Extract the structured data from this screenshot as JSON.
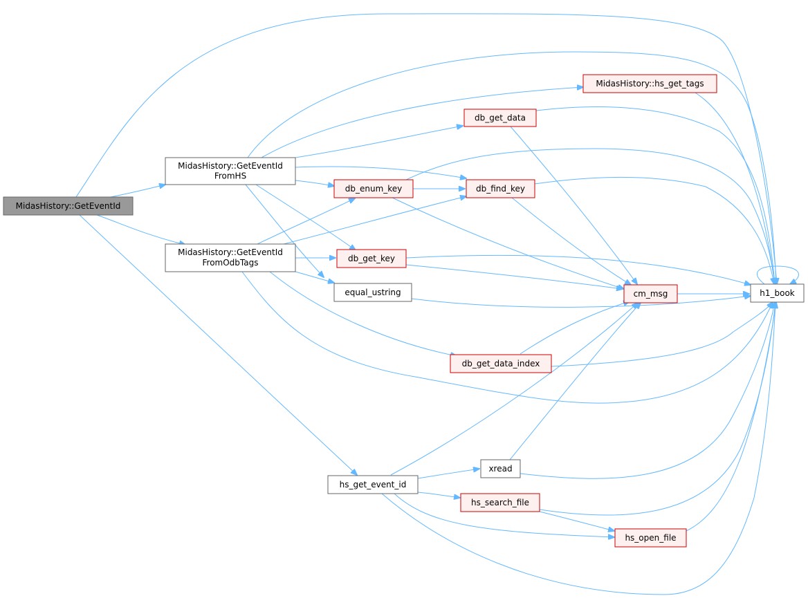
{
  "nodes": {
    "getEventId": {
      "label": "MidasHistory::GetEventId",
      "style": "focus"
    },
    "fromHS": {
      "label_line1": "MidasHistory::GetEventId",
      "label_line2": "FromHS",
      "style": "normal"
    },
    "fromOdb": {
      "label_line1": "MidasHistory::GetEventId",
      "label_line2": "FromOdbTags",
      "style": "normal"
    },
    "hsGetTags": {
      "label": "MidasHistory::hs_get_tags",
      "style": "red"
    },
    "dbGetData": {
      "label": "db_get_data",
      "style": "red"
    },
    "dbEnumKey": {
      "label": "db_enum_key",
      "style": "red"
    },
    "dbFindKey": {
      "label": "db_find_key",
      "style": "red"
    },
    "dbGetKey": {
      "label": "db_get_key",
      "style": "red"
    },
    "equalUstring": {
      "label": "equal_ustring",
      "style": "normal"
    },
    "cmMsg": {
      "label": "cm_msg",
      "style": "red"
    },
    "h1Book": {
      "label": "h1_book",
      "style": "normal"
    },
    "dbGetDataIndex": {
      "label": "db_get_data_index",
      "style": "red"
    },
    "hsGetEventId": {
      "label": "hs_get_event_id",
      "style": "normal"
    },
    "xread": {
      "label": "xread",
      "style": "normal"
    },
    "hsSearchFile": {
      "label": "hs_search_file",
      "style": "red"
    },
    "hsOpenFile": {
      "label": "hs_open_file",
      "style": "red"
    }
  },
  "edges": [
    [
      "getEventId",
      "fromHS"
    ],
    [
      "getEventId",
      "fromOdb"
    ],
    [
      "getEventId",
      "hsGetEventId"
    ],
    [
      "getEventId",
      "h1Book"
    ],
    [
      "fromHS",
      "h1Book"
    ],
    [
      "fromHS",
      "hsGetTags"
    ],
    [
      "fromHS",
      "dbGetData"
    ],
    [
      "fromHS",
      "dbFindKey"
    ],
    [
      "fromHS",
      "dbEnumKey"
    ],
    [
      "fromHS",
      "dbGetKey"
    ],
    [
      "fromHS",
      "equalUstring"
    ],
    [
      "fromOdb",
      "dbEnumKey"
    ],
    [
      "fromOdb",
      "dbFindKey"
    ],
    [
      "fromOdb",
      "dbGetKey"
    ],
    [
      "fromOdb",
      "equalUstring"
    ],
    [
      "fromOdb",
      "dbGetDataIndex"
    ],
    [
      "fromOdb",
      "h1Book"
    ],
    [
      "hsGetTags",
      "h1Book"
    ],
    [
      "dbGetData",
      "h1Book"
    ],
    [
      "dbGetData",
      "cmMsg"
    ],
    [
      "dbEnumKey",
      "dbFindKey"
    ],
    [
      "dbEnumKey",
      "h1Book"
    ],
    [
      "dbEnumKey",
      "cmMsg"
    ],
    [
      "dbFindKey",
      "h1Book"
    ],
    [
      "dbFindKey",
      "cmMsg"
    ],
    [
      "dbGetKey",
      "h1Book"
    ],
    [
      "dbGetKey",
      "cmMsg"
    ],
    [
      "equalUstring",
      "h1Book"
    ],
    [
      "cmMsg",
      "h1Book"
    ],
    [
      "h1Book",
      "h1Book"
    ],
    [
      "dbGetDataIndex",
      "cmMsg"
    ],
    [
      "dbGetDataIndex",
      "h1Book"
    ],
    [
      "hsGetEventId",
      "cmMsg"
    ],
    [
      "hsGetEventId",
      "xread"
    ],
    [
      "hsGetEventId",
      "hsSearchFile"
    ],
    [
      "hsGetEventId",
      "hsOpenFile"
    ],
    [
      "hsGetEventId",
      "h1Book"
    ],
    [
      "xread",
      "cmMsg"
    ],
    [
      "xread",
      "h1Book"
    ],
    [
      "hsSearchFile",
      "hsOpenFile"
    ],
    [
      "hsSearchFile",
      "h1Book"
    ],
    [
      "hsOpenFile",
      "h1Book"
    ]
  ],
  "colors": {
    "edge": "#63b8ff",
    "focus_fill": "#999999",
    "red_border": "#cc0000",
    "red_fill": "#fff0f0",
    "normal_border": "#666666"
  }
}
